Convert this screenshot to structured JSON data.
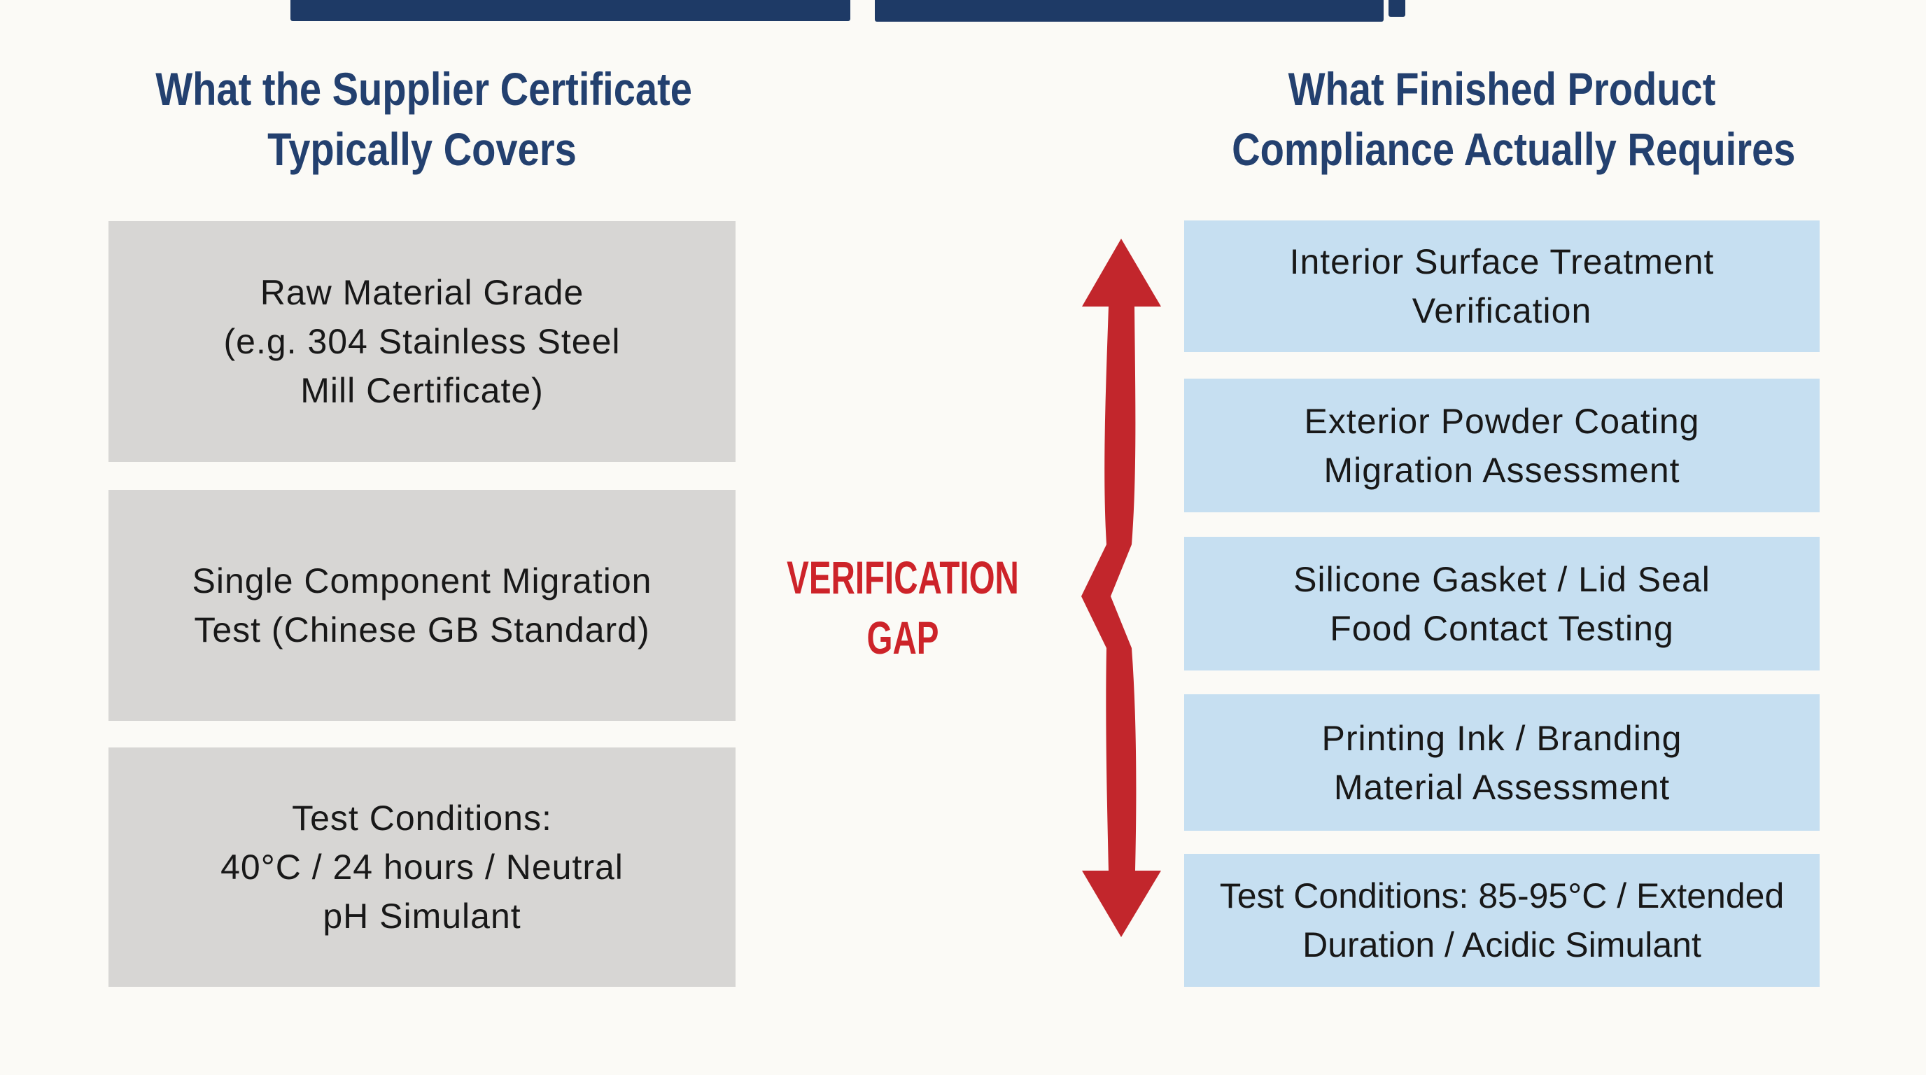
{
  "page": {
    "background": "#fbfaf6",
    "colors": {
      "title_navy": "#23406f",
      "red_label": "#cd2329",
      "red_arrow": "#c2262c",
      "gray_box": "#d7d6d4",
      "blue_box": "#c6dff1",
      "box_text": "#181818",
      "top_artifact_navy": "#1e3a66"
    }
  },
  "left": {
    "title_line1": "What the Supplier Certificate",
    "title_line2": "Typically Covers",
    "boxes": [
      {
        "line1": "Raw Material Grade",
        "line2": "(e.g. 304 Stainless Steel",
        "line3": "Mill Certificate)"
      },
      {
        "line1": "Single Component Migration",
        "line2": "Test (Chinese GB Standard)"
      },
      {
        "line1": "Test Conditions:",
        "line2": "40°C / 24 hours / Neutral",
        "line3": "pH Simulant"
      }
    ]
  },
  "center": {
    "gap_line1": "VERIFICATION",
    "gap_line2": "GAP"
  },
  "right": {
    "title_line1": "What Finished Product",
    "title_line2": "Compliance Actually Requires",
    "boxes": [
      {
        "line1": "Interior Surface Treatment",
        "line2": "Verification"
      },
      {
        "line1": "Exterior Powder Coating",
        "line2": "Migration Assessment"
      },
      {
        "line1": "Silicone Gasket / Lid Seal",
        "line2": "Food Contact Testing"
      },
      {
        "line1": "Printing Ink / Branding",
        "line2": "Material Assessment"
      },
      {
        "line1": "Test Conditions: 85-95°C / Extended",
        "line2": "Duration / Acidic Simulant"
      }
    ]
  }
}
